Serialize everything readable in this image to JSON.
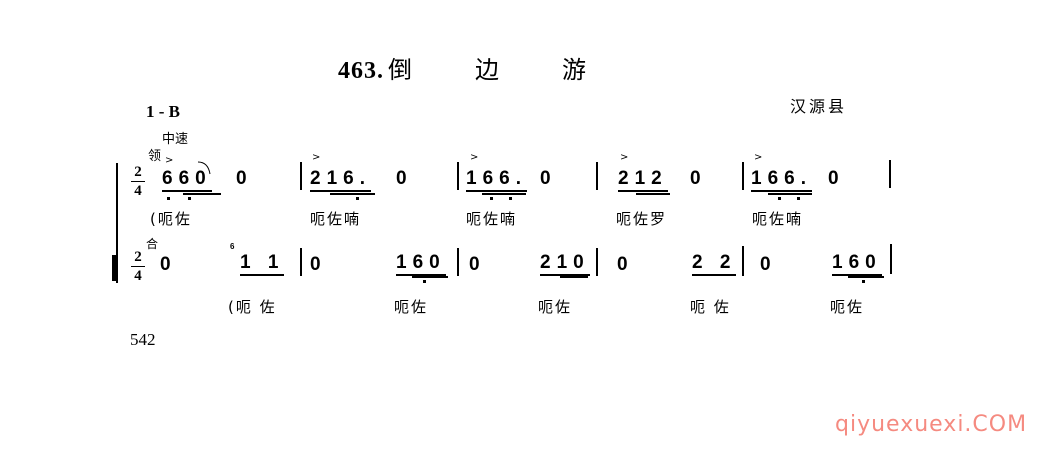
{
  "header": {
    "number": "463.",
    "title_chars": [
      "倒",
      "边",
      "游"
    ],
    "region": "汉源县",
    "tune_id": "1 - B",
    "tempo": "中速",
    "lead_label": "领",
    "chorus_label": "合",
    "page_number": "542"
  },
  "upper_staff": {
    "time_signature": {
      "num": "2",
      "den": "4"
    },
    "measures": [
      {
        "notes": "660",
        "rest": "0",
        "lyric": "(呃佐"
      },
      {
        "notes": "216.",
        "rest": "0",
        "lyric": "呃佐喃"
      },
      {
        "notes": "166.",
        "rest": "0",
        "lyric": "呃佐喃"
      },
      {
        "notes": "212",
        "rest": "0",
        "lyric": "呃佐罗"
      },
      {
        "notes": "166.",
        "rest": "0",
        "lyric": "呃佐喃"
      }
    ],
    "accent_mark": ">"
  },
  "lower_staff": {
    "time_signature": {
      "num": "2",
      "den": "4"
    },
    "grace_note": "6",
    "measures": [
      {
        "rest": "0",
        "notes": "1 1",
        "lyric": "(呃 佐"
      },
      {
        "rest": "0",
        "notes": "160",
        "lyric": "呃佐"
      },
      {
        "rest": "0",
        "notes": "210",
        "lyric": "呃佐"
      },
      {
        "rest": "0",
        "notes": "2 2",
        "lyric": "呃 佐"
      },
      {
        "rest": "0",
        "notes": "160",
        "lyric": "呃佐"
      }
    ]
  },
  "watermark": {
    "text": "qiyuexuexi.COM",
    "color": "#f58a80"
  }
}
